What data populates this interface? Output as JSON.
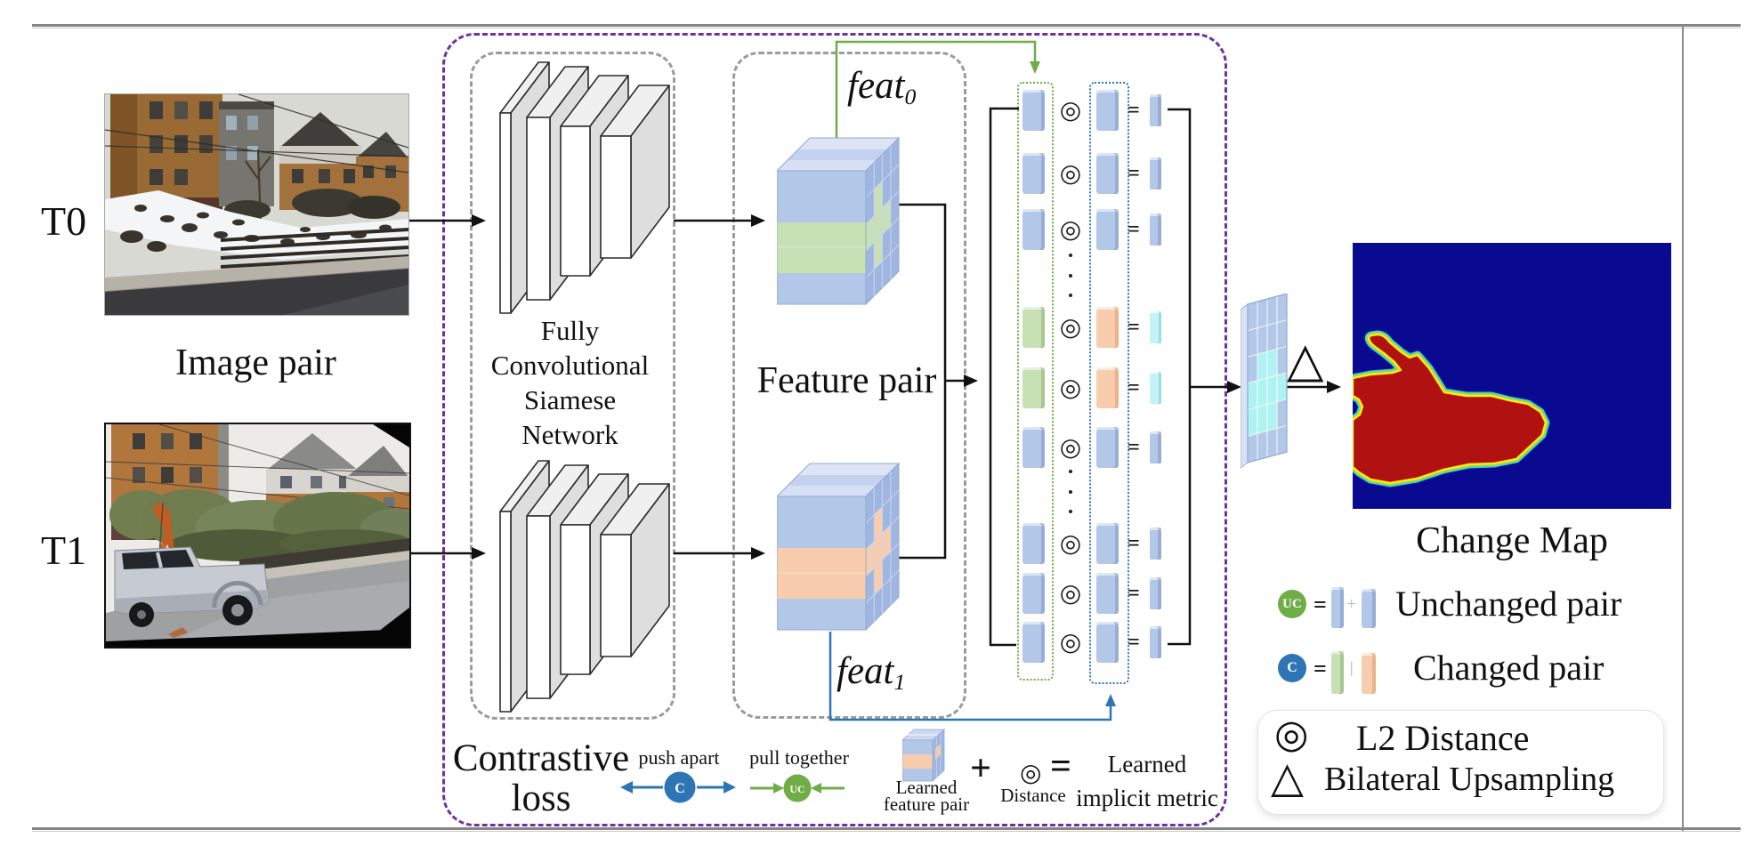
{
  "labels": {
    "t0": "T0",
    "t1": "T1",
    "image_pair": "Image pair",
    "network_lines": [
      "Fully",
      "Convolutional",
      "Siamese",
      "Network"
    ],
    "feature_pair": "Feature pair",
    "feat0_base": "feat",
    "feat0_sub": "0",
    "feat1_base": "feat",
    "feat1_sub": "1",
    "change_map": "Change Map",
    "contrastive_l1": "Contrastive",
    "contrastive_l2": "loss",
    "push_apart": "push apart",
    "pull_together": "pull together",
    "c_abbr": "C",
    "uc_abbr": "UC",
    "learned_pair_l1": "Learned",
    "learned_pair_l2": "feature pair",
    "plus": "+",
    "equals": "=",
    "bar_plus": "+",
    "bar_sep": "|",
    "l2_symbol": "◎",
    "triangle_symbol": "△",
    "distance": "Distance",
    "learned_metric_l1": "Learned",
    "learned_metric_l2": "implicit metric",
    "unchanged_pair": "Unchanged pair",
    "changed_pair": "Changed pair",
    "l2_distance": "L2 Distance",
    "bilateral_upsampling": "Bilateral Upsampling"
  },
  "colors": {
    "purple_box": "#7030A0",
    "gray_box": "#9B9B9B",
    "green_accent": "#6FAD47",
    "blue_accent": "#2E75B6",
    "feat_blue": "#B3C7E8",
    "feat_green": "#C7E1B5",
    "feat_orange": "#F8CDAE",
    "result_cyan": "#C2F3F7",
    "map_navy": "#0A0A91",
    "map_red": "#B01111",
    "map_edge_yellow": "#FFE619"
  }
}
